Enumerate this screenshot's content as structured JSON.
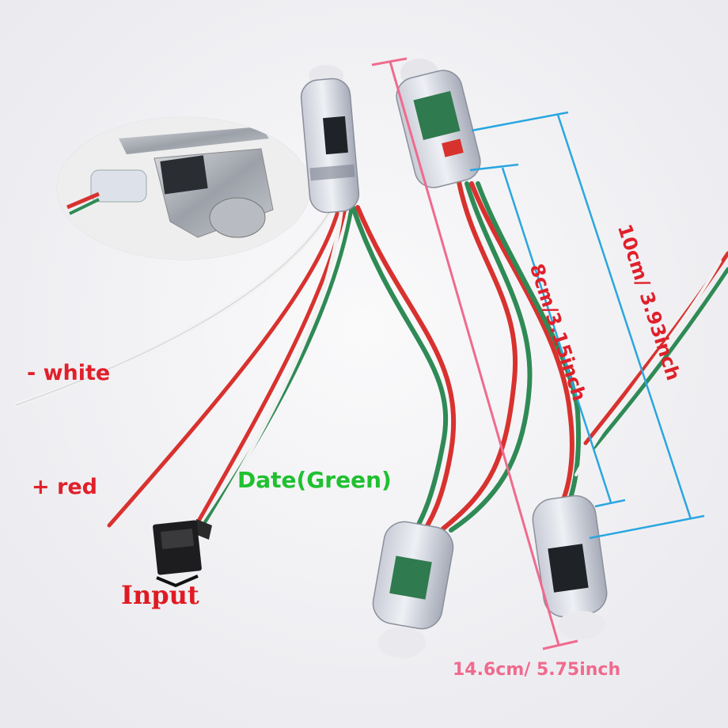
{
  "labels": {
    "ground": "- white",
    "power": "+ red",
    "data": "Date(Green)",
    "connector": "Input",
    "module_length": "8cm/3.15inch",
    "segment_length": "10cm/ 3.93inch",
    "total_length": "14.6cm/ 5.75inch"
  },
  "colors": {
    "label_red": "#e0202a",
    "label_green": "#20c030",
    "measure_pink": "#f06a8e",
    "measure_blue": "#2aa6e0",
    "wire_red": "#d8322f",
    "wire_green": "#2f8a55",
    "wire_white": "#f2f2f2"
  },
  "icons": {
    "caliper_inset": "digital-caliper-photo",
    "pixel_module": "led-pixel-module",
    "connector": "jst-connector"
  }
}
